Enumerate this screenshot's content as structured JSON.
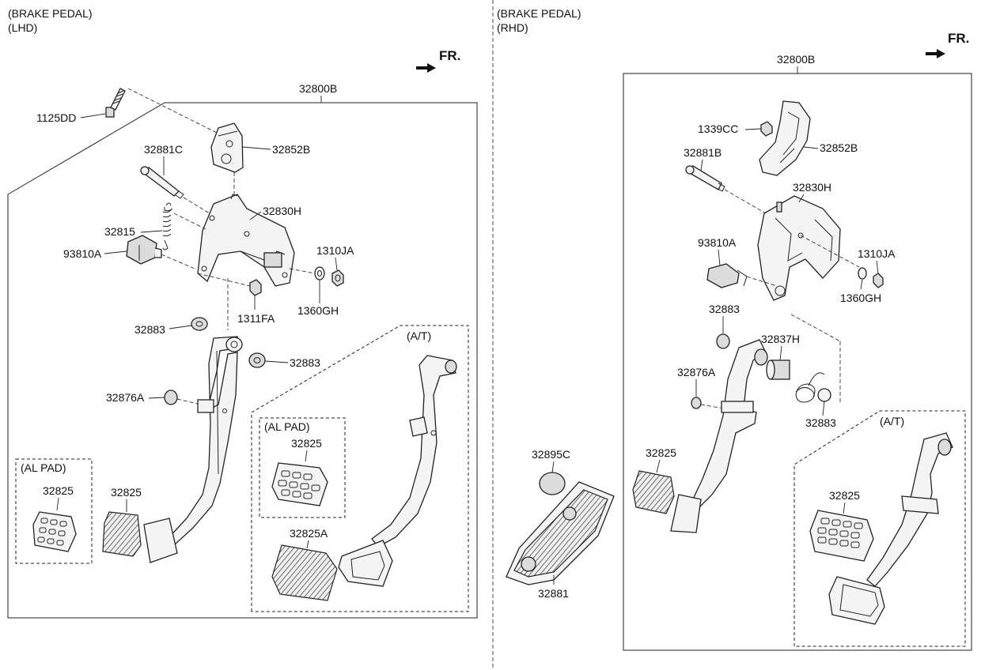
{
  "left_panel": {
    "header_line1": "(BRAKE PEDAL)",
    "header_line2": "(LHD)",
    "fr_label": "FR.",
    "assembly_label": "32800B",
    "at_label": "(A/T)",
    "alpad_inner_label": "(AL PAD)",
    "alpad_outer_label": "(AL PAD)",
    "parts": {
      "bolt": "1125DD",
      "bracket": "32852B",
      "pin": "32881C",
      "member": "32830H",
      "spring": "32815",
      "switch": "93810A",
      "nut": "1310JA",
      "washer": "1360GH",
      "clip_nut": "1311FA",
      "bush_top": "32883",
      "bush_right": "32883",
      "stopper": "32876A",
      "pad_main": "32825",
      "pad_alpad_outer": "32825",
      "pad_alpad_inner": "32825",
      "pad_at": "32825A"
    }
  },
  "right_panel": {
    "header_line1": "(BRAKE PEDAL)",
    "header_line2": "(RHD)",
    "fr_label": "FR.",
    "assembly_label": "32800B",
    "at_label": "(A/T)",
    "parts": {
      "nut_top": "1339CC",
      "bracket": "32852B",
      "pin": "32881B",
      "member": "32830H",
      "switch": "93810A",
      "nut": "1310JA",
      "washer": "1360GH",
      "bush_top": "32883",
      "collar": "32837H",
      "stopper": "32876A",
      "bush_bottom": "32883",
      "pad_main": "32825",
      "pad_at": "32825"
    }
  },
  "middle": {
    "cap": "32895C",
    "foot_rest": "32881"
  }
}
